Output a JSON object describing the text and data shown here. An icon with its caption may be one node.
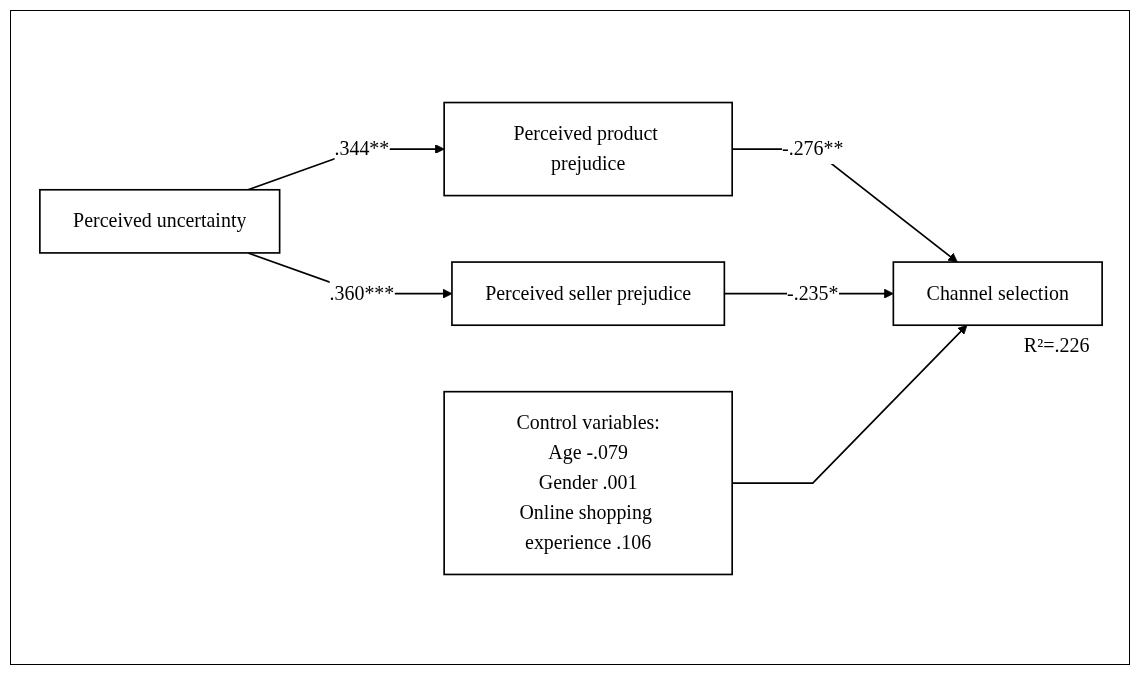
{
  "diagram": {
    "nodes": [
      {
        "text": [
          "Perceived uncertainty"
        ]
      },
      {
        "text": [
          "Perceived product prejudice"
        ]
      },
      {
        "text": [
          "Perceived seller prejudice"
        ]
      },
      {
        "text": [
          "Channel selection"
        ],
        "beside": [
          "R²=.226"
        ]
      },
      {
        "text": [
          "Control variables:",
          "Age -.079",
          "Gender .001",
          "Online shopping experience .106"
        ]
      }
    ],
    "edges": [
      {
        "from": 0,
        "to": 1,
        "arrow": "to",
        "label": ".344**"
      },
      {
        "from": 0,
        "to": 2,
        "arrow": "to",
        "label": ".360***"
      },
      {
        "from": 1,
        "to": 3,
        "arrow": "to",
        "label": "-.276**"
      },
      {
        "from": 2,
        "to": 3,
        "arrow": "to",
        "label": "-.235*"
      },
      {
        "from": 4,
        "to": 3,
        "arrow": "to"
      }
    ]
  }
}
